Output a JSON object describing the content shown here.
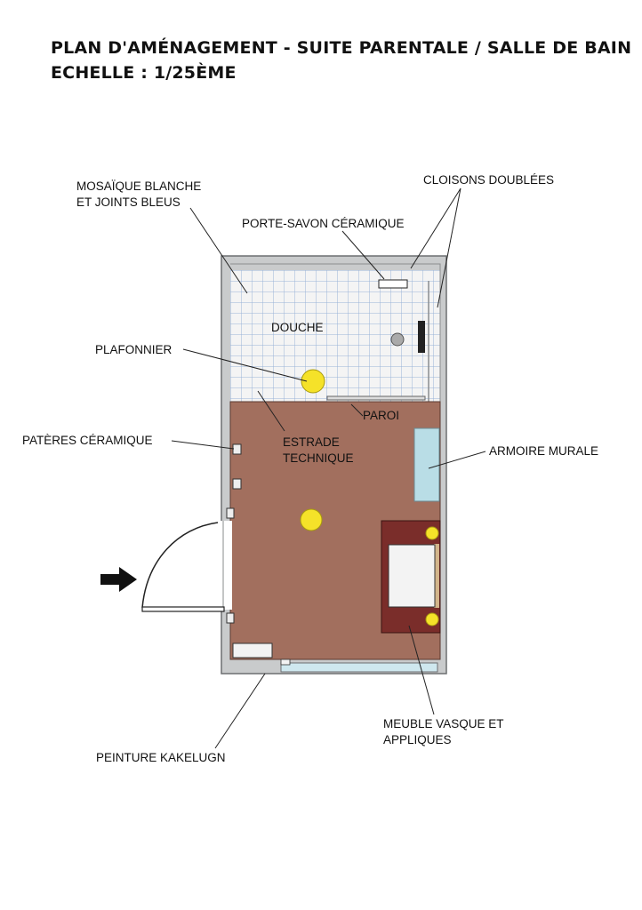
{
  "title": {
    "line1": "PLAN D'AMÉNAGEMENT - SUITE PARENTALE / SALLE DE BAIN",
    "line2": "ECHELLE : 1/25ÈME"
  },
  "labels": {
    "mosaique_line1": "MOSAÏQUE BLANCHE",
    "mosaique_line2": "ET JOINTS BLEUS",
    "cloisons": "CLOISONS DOUBLÉES",
    "porte_savon": "PORTE-SAVON CÉRAMIQUE",
    "douche": "DOUCHE",
    "plafonnier": "PLAFONNIER",
    "paroi": "PAROI",
    "pateres": "PATÈRES CÉRAMIQUE",
    "estrade_line1": "ESTRADE",
    "estrade_line2": "TECHNIQUE",
    "armoire": "ARMOIRE MURALE",
    "meuble_line1": "MEUBLE VASQUE ET",
    "meuble_line2": "APPLIQUES",
    "peinture": "PEINTURE KAKELUGN"
  },
  "colors": {
    "floor": "#a26f5e",
    "tile_grout": "#9ab3d8",
    "tile": "#f4f4f4",
    "wall": "#c9cbcc",
    "wall_edge": "#6c6e70",
    "light": "#f5e229",
    "cabinet": "#b9dde6",
    "vanity": "#7a2d2a",
    "window": "#cfe8ef"
  }
}
